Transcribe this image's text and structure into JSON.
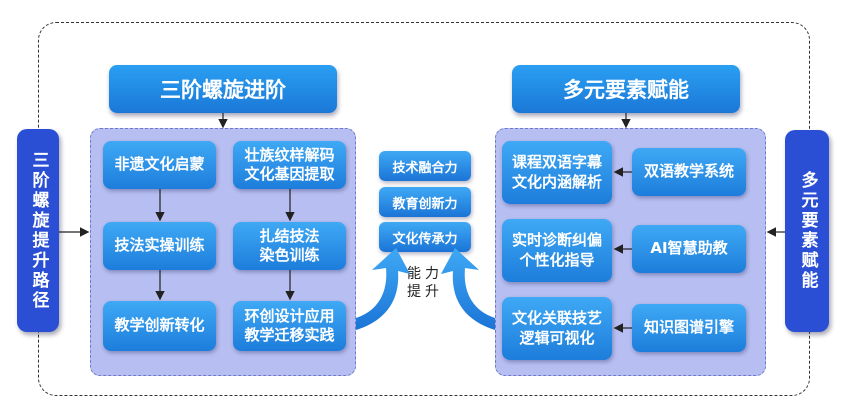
{
  "left_side_label": "三阶螺旋提升路径",
  "right_side_label": "多元要素赋能",
  "left_header": "三阶螺旋进阶",
  "right_header": "多元要素赋能",
  "left_col1": [
    "非遗文化启蒙",
    "技法实操训练",
    "教学创新转化"
  ],
  "left_col2": [
    "壮族纹样解码\n文化基因提取",
    "扎结技法\n染色训练",
    "环创设计应用\n教学迁移实践"
  ],
  "center_items": [
    "技术融合力",
    "教育创新力",
    "文化传承力"
  ],
  "center_caption": "能力\n提升",
  "right_results": [
    "课程双语字幕\n文化内涵解析",
    "实时诊断纠偏\n个性化指导",
    "文化关联技艺\n逻辑可视化"
  ],
  "right_tools": [
    "双语教学系统",
    "AI智慧助教",
    "知识图谱引擎"
  ]
}
